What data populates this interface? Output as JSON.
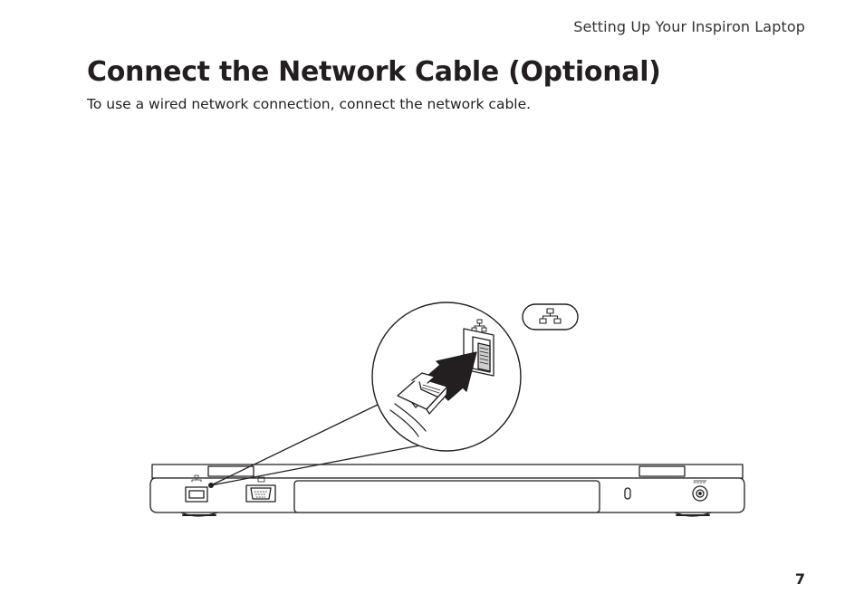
{
  "header": {
    "running_title": "Setting Up Your Inspiron Laptop"
  },
  "main": {
    "title": "Connect the Network Cable (Optional)",
    "intro": "To use a wired network connection, connect the network cable."
  },
  "illustration": {
    "icons": [
      "network-port-icon",
      "vga-port-icon",
      "security-slot-icon",
      "power-port-icon",
      "network-symbol-icon",
      "ethernet-plug-icon",
      "insert-arrow-icon"
    ],
    "line_color": "#231f20"
  },
  "footer": {
    "page_number": "7"
  }
}
